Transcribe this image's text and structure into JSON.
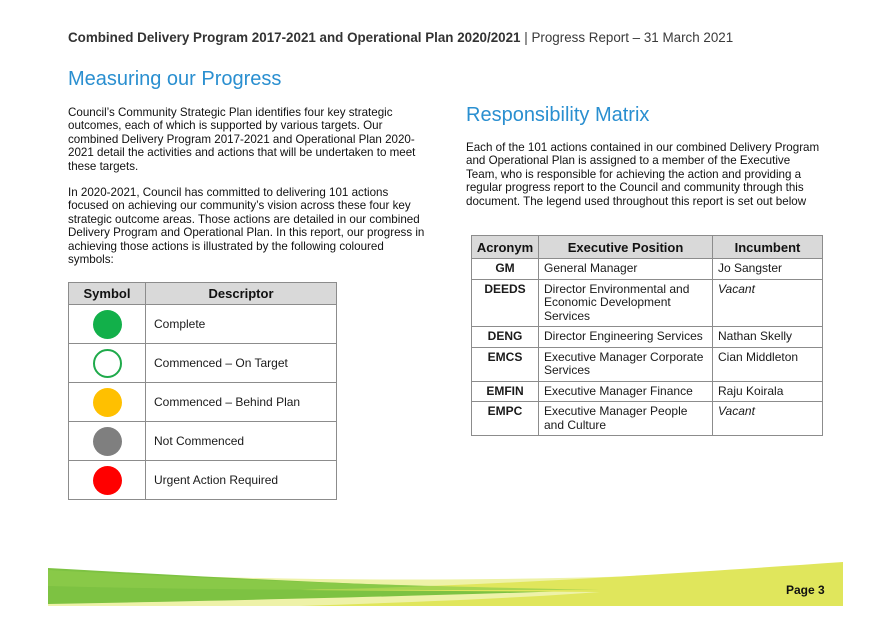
{
  "header": {
    "title": "Combined Delivery Program 2017-2021 and Operational Plan 2020/2021",
    "separator": "|",
    "subtitle": "Progress Report – 31 March 2021"
  },
  "left": {
    "heading": "Measuring our Progress",
    "para1": "Council’s Community Strategic Plan identifies four key strategic outcomes, each of which is supported by various targets. Our combined Delivery Program 2017-2021 and Operational Plan 2020-2021 detail the activities and actions that will be undertaken to meet these targets.",
    "para2": "In 2020-2021, Council has committed to delivering 101 actions focused on achieving our community’s vision across these four key strategic outcome areas. Those actions are detailed in our combined Delivery Program and Operational Plan. In this report, our progress in achieving those actions is illustrated by the following coloured symbols:"
  },
  "symbol_table": {
    "headers": [
      "Symbol",
      "Descriptor"
    ],
    "rows": [
      {
        "symbol": "green-filled-circle",
        "color": "#12b04a",
        "descriptor": "Complete"
      },
      {
        "symbol": "green-outline-circle",
        "color": "#12b04a",
        "descriptor": "Commenced – On Target"
      },
      {
        "symbol": "amber-filled-circle",
        "color": "#ffc000",
        "descriptor": "Commenced – Behind Plan"
      },
      {
        "symbol": "grey-filled-circle",
        "color": "#7f7f7f",
        "descriptor": "Not Commenced"
      },
      {
        "symbol": "red-filled-circle",
        "color": "#ff0000",
        "descriptor": "Urgent Action Required"
      }
    ]
  },
  "right": {
    "heading": "Responsibility Matrix",
    "para": "Each of the 101 actions contained in our combined Delivery Program and Operational Plan is assigned to a member of the Executive Team, who is responsible for achieving the action and providing a regular progress report to the Council and community through this document. The legend used throughout this report is set out below"
  },
  "responsibility_table": {
    "headers": [
      "Acronym",
      "Executive Position",
      "Incumbent"
    ],
    "rows": [
      {
        "acronym": "GM",
        "position": "General Manager",
        "incumbent": "Jo Sangster",
        "vacant": false
      },
      {
        "acronym": "DEEDS",
        "position": "Director Environmental and Economic Development Services",
        "incumbent": "Vacant",
        "vacant": true
      },
      {
        "acronym": "DENG",
        "position": "Director Engineering Services",
        "incumbent": "Nathan Skelly",
        "vacant": false
      },
      {
        "acronym": "EMCS",
        "position": "Executive Manager Corporate Services",
        "incumbent": "Cian Middleton",
        "vacant": false
      },
      {
        "acronym": "EMFIN",
        "position": "Executive Manager Finance",
        "incumbent": "Raju Koirala",
        "vacant": false
      },
      {
        "acronym": "EMPC",
        "position": "Executive Manager People and Culture",
        "incumbent": "Vacant",
        "vacant": true
      }
    ]
  },
  "footer": {
    "page_label": "Page 3",
    "colors": {
      "green": "#7dc242",
      "yellow": "#e6ea6a",
      "light": "#f1f4b0"
    }
  }
}
